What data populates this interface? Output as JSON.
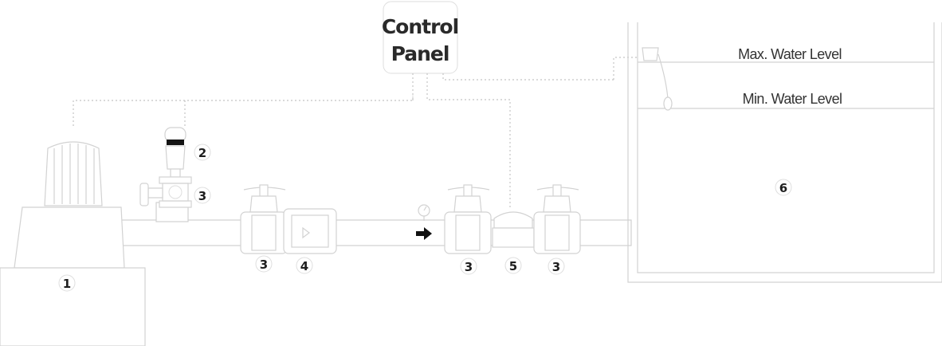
{
  "control_panel": {
    "line1": "Control",
    "line2": "Panel"
  },
  "tank": {
    "max_label": "Max. Water Level",
    "min_label": "Min. Water Level"
  },
  "numbers": {
    "pump": "1",
    "solenoid": "2",
    "valve_top": "3",
    "valve_a": "3",
    "check_valve": "4",
    "valve_b": "3",
    "strainer": "5",
    "valve_c": "3",
    "tank": "6"
  },
  "colors": {
    "line": "#d2d2d2",
    "text": "#1e1e1e",
    "arrow": "#111111"
  }
}
